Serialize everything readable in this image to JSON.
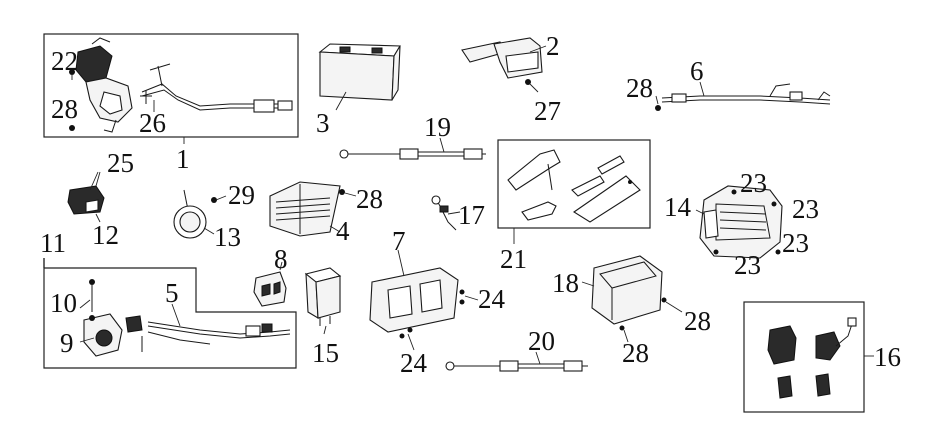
{
  "callouts": {
    "c1": "1",
    "c2": "2",
    "c3": "3",
    "c4": "4",
    "c5": "5",
    "c6": "6",
    "c7": "7",
    "c8": "8",
    "c9": "9",
    "c10": "10",
    "c11": "11",
    "c12": "12",
    "c13": "13",
    "c14": "14",
    "c15": "15",
    "c16": "16",
    "c17": "17",
    "c18": "18",
    "c19": "19",
    "c20": "20",
    "c21": "21",
    "c22": "22",
    "c23a": "23",
    "c23b": "23",
    "c23c": "23",
    "c23d": "23",
    "c24a": "24",
    "c24b": "24",
    "c25": "25",
    "c26": "26",
    "c27": "27",
    "c28a": "28",
    "c28b": "28",
    "c28c": "28",
    "c28d": "28",
    "c28e": "28",
    "c29": "29"
  }
}
